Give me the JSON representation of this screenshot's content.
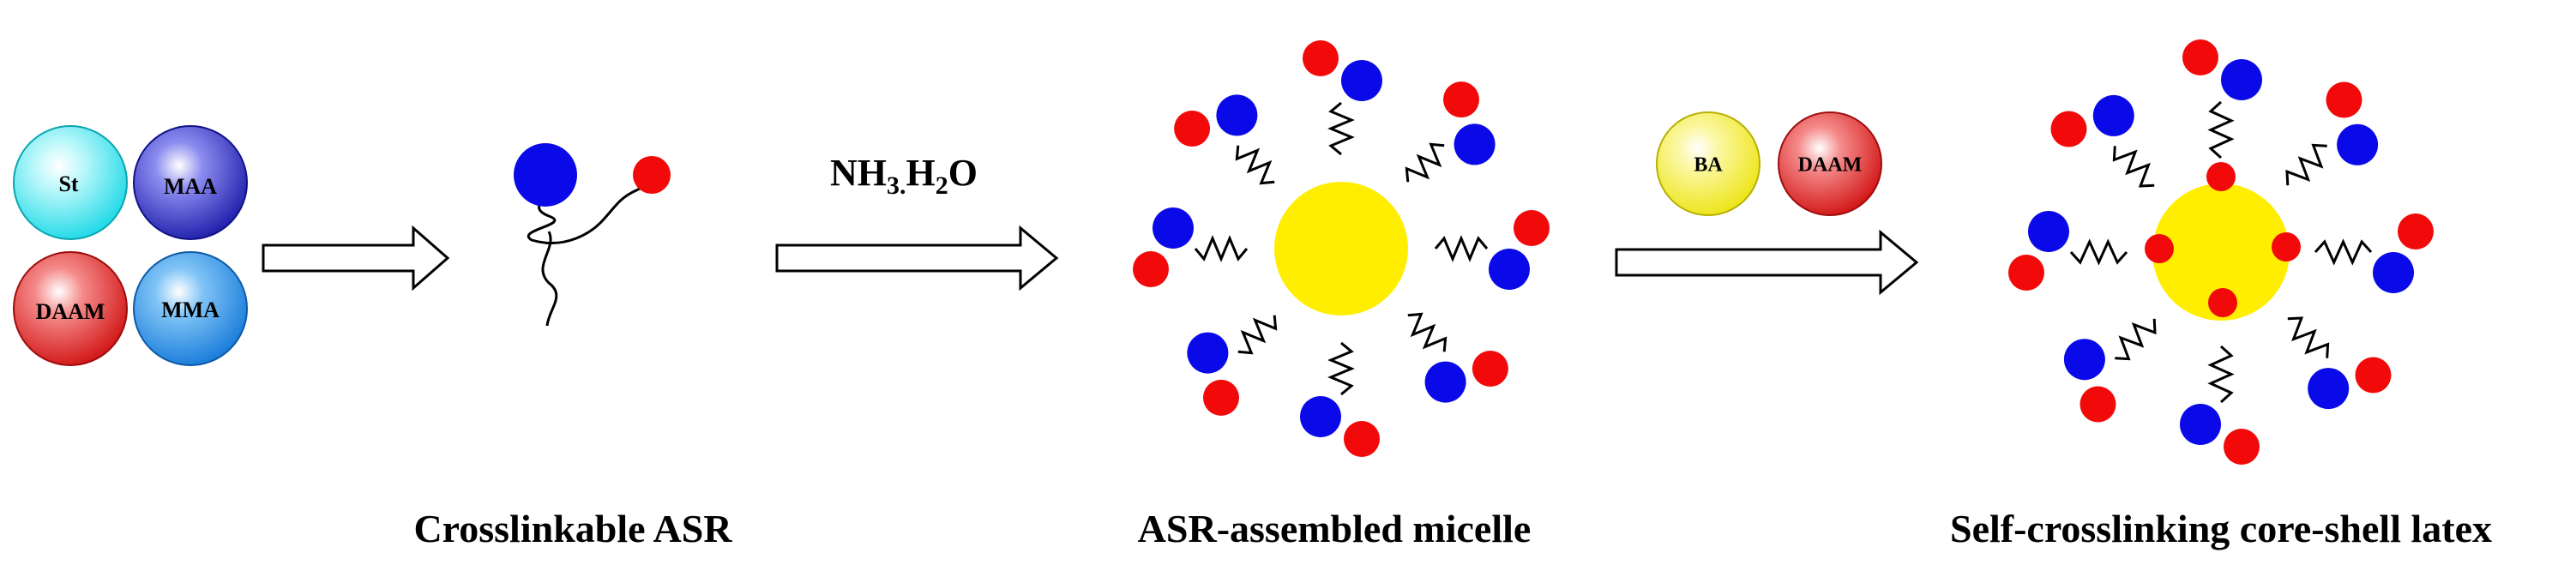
{
  "monomers": [
    {
      "label": "St",
      "color": "#2fe4ee"
    },
    {
      "label": "MAA",
      "color": "#2c2cc8"
    },
    {
      "label": "DAAM",
      "color": "#e02020"
    },
    {
      "label": "MMA",
      "color": "#1e8ee6"
    }
  ],
  "step1": {
    "caption": "Crosslinkable ASR"
  },
  "step2": {
    "reagent_main": "NH",
    "reagent_sub1": "3.",
    "reagent_mid": "H",
    "reagent_sub2": "2",
    "reagent_end": "O",
    "caption": "ASR-assembled micelle"
  },
  "step3": {
    "monomers": [
      {
        "label": "BA",
        "color": "#f2ee1a"
      },
      {
        "label": "DAAM",
        "color": "#e02020"
      }
    ],
    "caption": "Self-crosslinking core-shell latex"
  },
  "colors": {
    "hydrophobic_bead": "#0a0ae8",
    "crosslink_bead": "#f20a0a",
    "core": "#ffee00",
    "chain": "#000000"
  }
}
